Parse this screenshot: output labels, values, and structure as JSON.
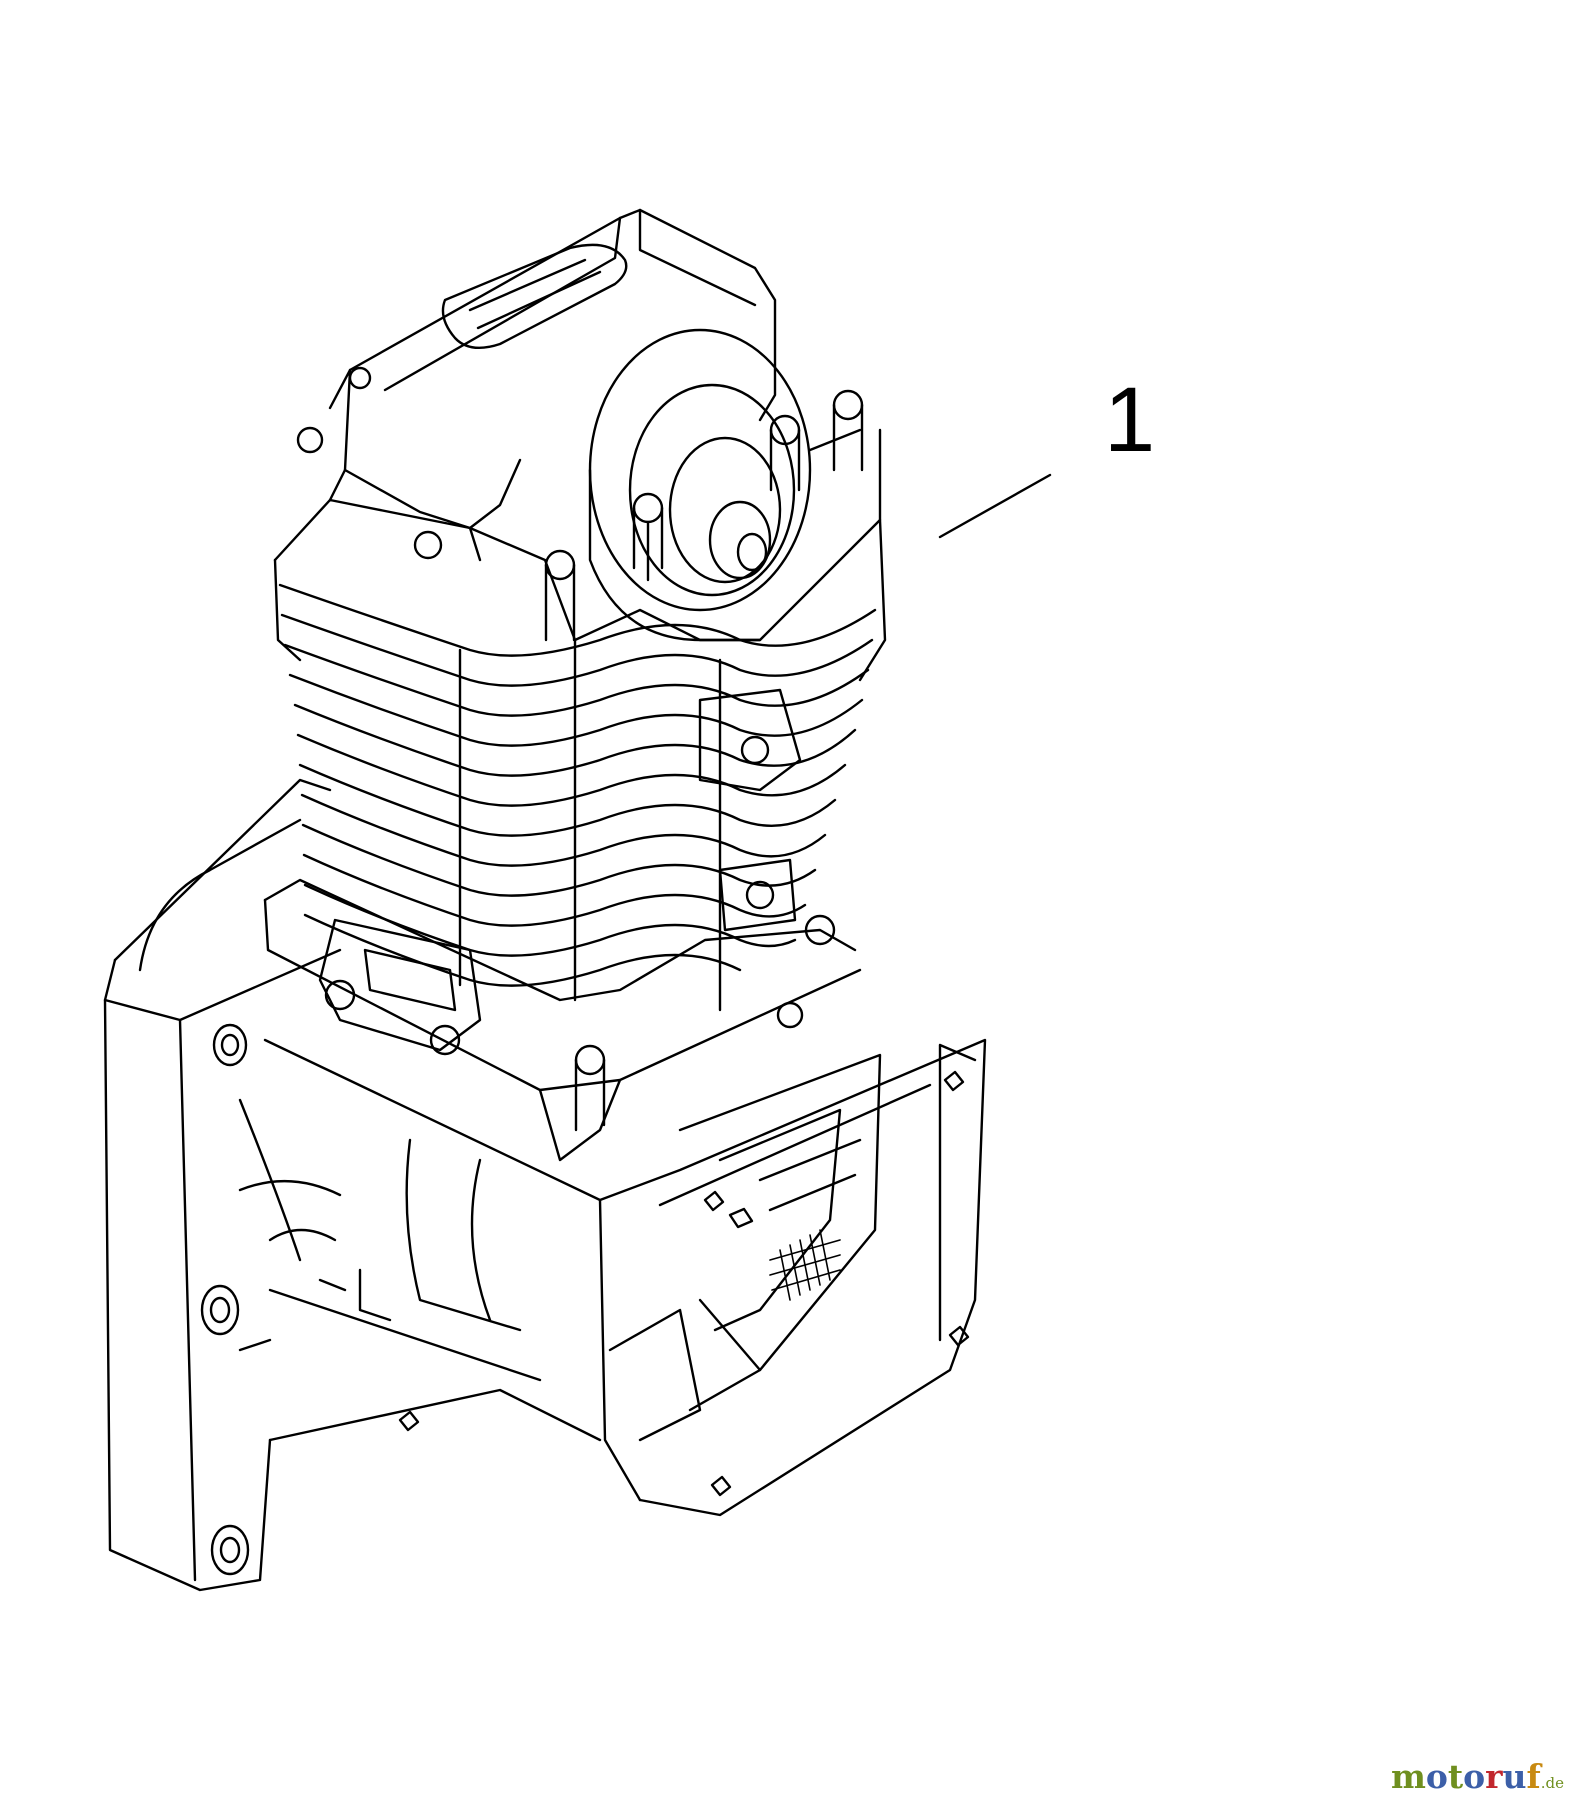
{
  "diagram": {
    "callouts": [
      {
        "label": "1"
      }
    ]
  },
  "watermark": {
    "parts": [
      {
        "text": "m",
        "color": "#6f8f1f"
      },
      {
        "text": "o",
        "color": "#3c5fa8"
      },
      {
        "text": "t",
        "color": "#6f8f1f"
      },
      {
        "text": "o",
        "color": "#3c5fa8"
      },
      {
        "text": "r",
        "color": "#c1272d"
      },
      {
        "text": "u",
        "color": "#3c5fa8"
      },
      {
        "text": "f",
        "color": "#c88a12"
      }
    ],
    "suffix": ".de",
    "suffix_color": "#6f8f1f"
  }
}
